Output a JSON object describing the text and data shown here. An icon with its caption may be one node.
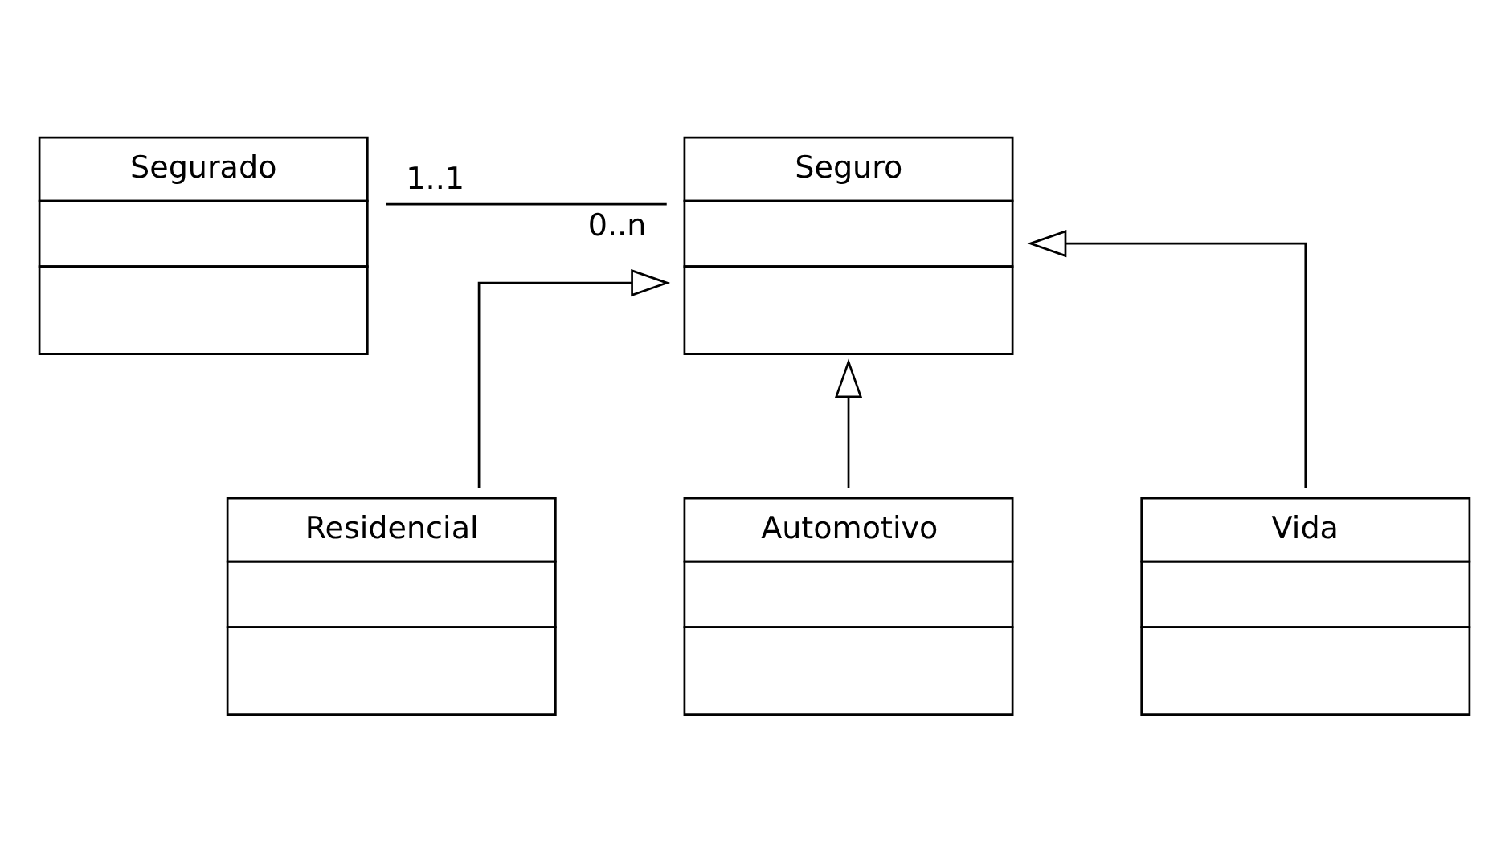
{
  "diagram": {
    "nodes": [
      {
        "text": [
          "Segurado"
        ],
        "beside": [
          "1..1"
        ]
      },
      {
        "text": [
          "Seguro"
        ],
        "beside": [
          "0..n"
        ]
      },
      {
        "text": [
          "Residencial"
        ]
      },
      {
        "text": [
          "Automotivo"
        ]
      },
      {
        "text": [
          "Vida"
        ]
      }
    ],
    "edges": [
      {
        "from": 0,
        "to": 1,
        "arrow": "none"
      },
      {
        "from": 2,
        "to": 1,
        "arrow": "to"
      },
      {
        "from": 3,
        "to": 1,
        "arrow": "to"
      },
      {
        "from": 4,
        "to": 1,
        "arrow": "to"
      }
    ]
  }
}
